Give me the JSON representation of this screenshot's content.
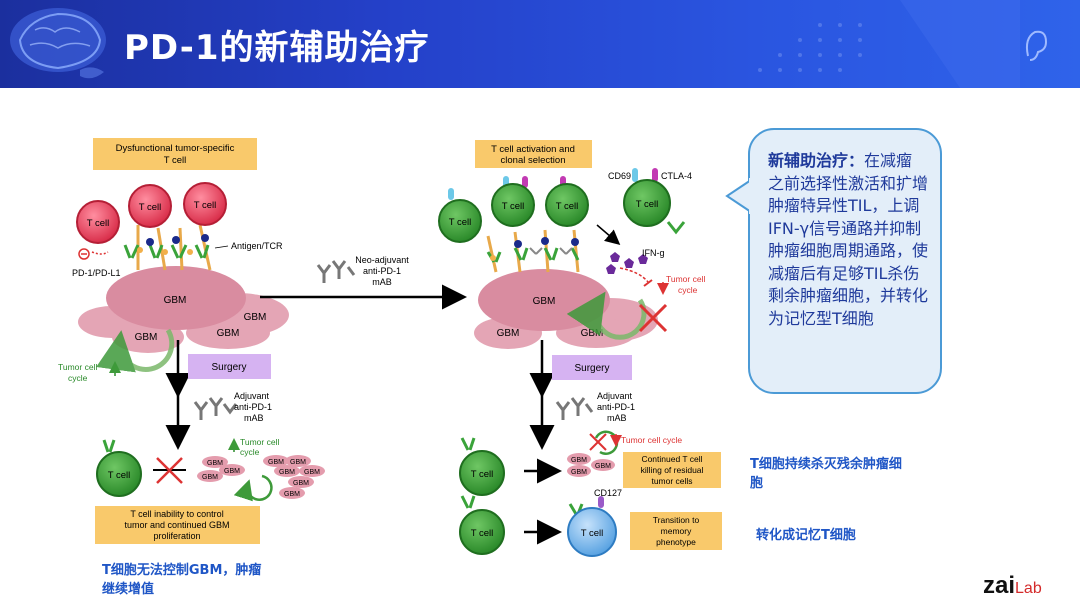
{
  "slide": {
    "title": "PD-1的新辅助治疗"
  },
  "left_panel": {
    "header_box": [
      "Dysfunctional tumor-specific",
      "T cell"
    ],
    "t_cells": [
      "T cell",
      "T cell",
      "T cell",
      "T cell"
    ],
    "antigen_label": "Antigen/TCR",
    "pd1_label": "PD-1/PD-L1",
    "gbm_labels": [
      "GBM",
      "GBM",
      "GBM",
      "GBM"
    ],
    "tumor_cycle": [
      "Tumor cell",
      "cycle"
    ],
    "surgery": "Surgery",
    "adjuvant": [
      "Adjuvant",
      "anti-PD-1",
      "mAB"
    ],
    "small_gbm": [
      "GBM",
      "GBM",
      "GBM",
      "GBM",
      "GBM",
      "GBM",
      "GBM",
      "GBM",
      "GBM"
    ],
    "tumor_cycle2": [
      "Tumor cell",
      "cycle"
    ],
    "bottom_box": [
      "T cell inability to control",
      "tumor and continued GBM",
      "proliferation"
    ]
  },
  "middle": {
    "neo_adjuvant": [
      "Neo-adjuvant",
      "anti-PD-1",
      "mAB"
    ]
  },
  "right_panel": {
    "header_box": [
      "T cell activation and",
      "clonal selection"
    ],
    "t_cells": [
      "T cell",
      "T cell",
      "T cell",
      "T cell"
    ],
    "cd69": "CD69",
    "ctla4": "CTLA-4",
    "ifng": "IFN-g",
    "tumor_cycle": [
      "Tumor cell",
      "cycle"
    ],
    "gbm_labels": [
      "GBM",
      "GBM",
      "GBM"
    ],
    "surgery": "Surgery",
    "adjuvant": [
      "Adjuvant",
      "anti-PD-1",
      "mAB"
    ],
    "tumor_cycle_inline": "Tumor cell cycle",
    "small_gbm": [
      "GBM",
      "GBM",
      "GBM"
    ],
    "tcell_row1": "T cell",
    "continued_box": [
      "Continued T cell",
      "killing of residual",
      "tumor cells"
    ],
    "cd127": "CD127",
    "tcell_row2a": "T cell",
    "tcell_row2b": "T cell",
    "transition_box": [
      "Transition to",
      "memory",
      "phenotype"
    ]
  },
  "callout": {
    "heading": "新辅助治疗：",
    "body": "在减瘤之前选择性激活和扩增肿瘤特异性TIL，上调IFN-γ信号通路并抑制肿瘤细胞周期通路，使减瘤后有足够TIL杀伤剩余肿瘤细胞，并转化为记忆型T细胞"
  },
  "notes": {
    "left_bottom": "T细胞无法控制GBM，肿瘤继续增值",
    "right_row1": "T细胞持续杀灭残余肿瘤细胞",
    "right_row2": "转化成记忆T细胞"
  },
  "logo": {
    "main": "zai",
    "lab": "Lab"
  },
  "colors": {
    "header": "#2440c8",
    "box_orange": "#f9c96b",
    "gbm_pink": "#e49cad",
    "tcell_green": "#3ea33a",
    "tcell_red": "#e03a55",
    "surgery_purple": "#d6b3f2",
    "memory_blue": "#7ab7ea",
    "note_blue": "#1f56c6"
  }
}
